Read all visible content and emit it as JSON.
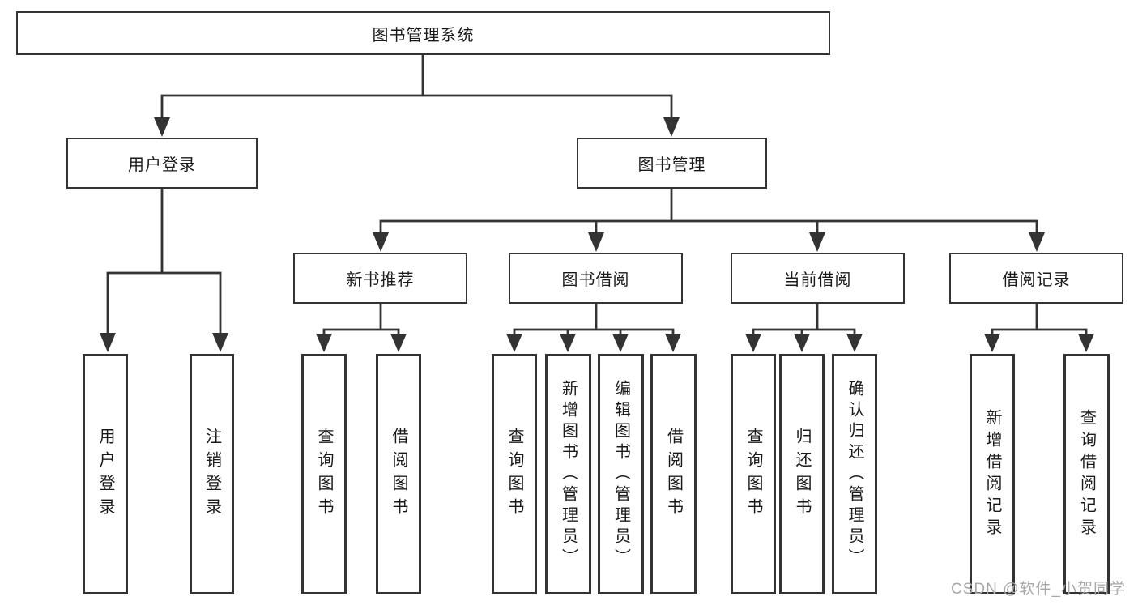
{
  "tree": {
    "label": "图书管理系统",
    "children": [
      {
        "label": "用户登录",
        "children": [
          {
            "label": "用户登录"
          },
          {
            "label": "注销登录"
          }
        ]
      },
      {
        "label": "图书管理",
        "children": [
          {
            "label": "新书推荐",
            "children": [
              {
                "label": "查询图书"
              },
              {
                "label": "借阅图书"
              }
            ]
          },
          {
            "label": "图书借阅",
            "children": [
              {
                "label": "查询图书"
              },
              {
                "label": "新增图书（管理员）"
              },
              {
                "label": "编辑图书（管理员）"
              },
              {
                "label": "借阅图书"
              }
            ]
          },
          {
            "label": "当前借阅",
            "children": [
              {
                "label": "查询图书"
              },
              {
                "label": "归还图书"
              },
              {
                "label": "确认归还（管理员）"
              }
            ]
          },
          {
            "label": "借阅记录",
            "children": [
              {
                "label": "新增借阅记录"
              },
              {
                "label": "查询借阅记录"
              }
            ]
          }
        ]
      }
    ]
  },
  "watermark": {
    "text": "CSDN @软件_小贺同学"
  },
  "colors": {
    "line": "#333333",
    "border": "#333333",
    "text": "#1a1a1a",
    "background": "#ffffff",
    "watermark": "#a8a8a8"
  }
}
